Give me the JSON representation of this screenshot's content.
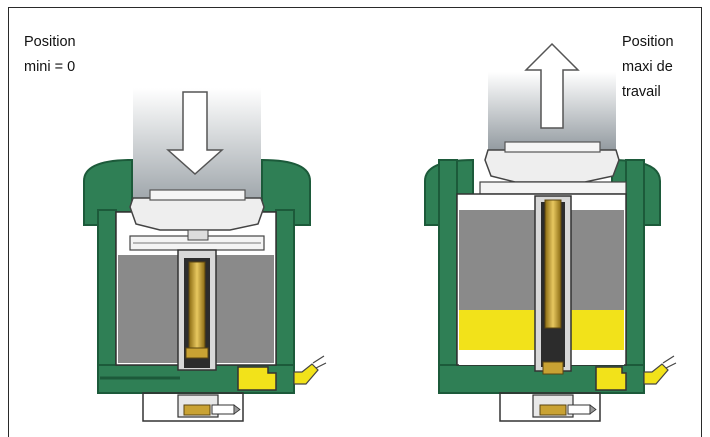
{
  "labels": {
    "left": "Position\nmini = 0",
    "right": "Position\nmaxi de\ntravail"
  },
  "diagram": {
    "left_state": "minimum position (piston pressed down)",
    "right_state": "maximum working position (piston raised)",
    "arrow_left": "down",
    "arrow_right": "up"
  },
  "colors": {
    "housing_green": "#2f7f55",
    "housing_dark": "#1c5a3a",
    "chamber_gray": "#8a8a8a",
    "fluid_yellow": "#f2e21a",
    "rod_gold": "#c9a233",
    "arrow_fill": "#ffffff",
    "gradient_gray": "#9fa6ab",
    "border": "#2a2a2a"
  }
}
